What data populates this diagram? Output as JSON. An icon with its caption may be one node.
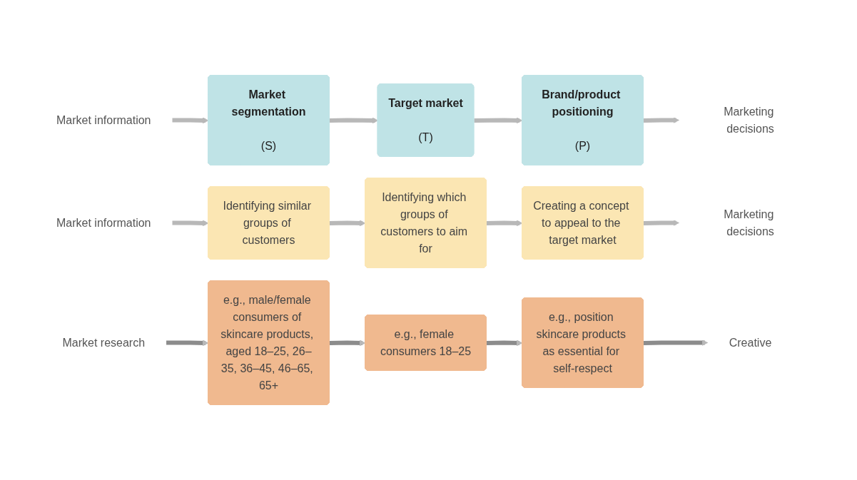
{
  "diagram": {
    "nodes": [
      {
        "text": [
          "Market information"
        ]
      },
      {
        "text": [
          "Market segmentation",
          "(S)"
        ]
      },
      {
        "text": [
          "Target market",
          "(T)"
        ]
      },
      {
        "text": [
          "Brand/product positioning",
          "(P)"
        ]
      },
      {
        "text": [
          "Marketing decisions"
        ]
      },
      {
        "text": [
          "Market information"
        ]
      },
      {
        "text": [
          "Identifying similar groups of customers"
        ]
      },
      {
        "text": [
          "Identifying which groups of customers to aim for"
        ]
      },
      {
        "text": [
          "Creating a concept to appeal to the target market"
        ]
      },
      {
        "text": [
          "Marketing decisions"
        ]
      },
      {
        "text": [
          "Market research"
        ]
      },
      {
        "text": [
          "e.g., male/female consumers of skincare products, aged 18–25, 26–35, 36–45, 46–65, 65+"
        ]
      },
      {
        "text": [
          "e.g., female consumers 18–25"
        ]
      },
      {
        "text": [
          "e.g., position skincare products as essential for self-respect"
        ]
      },
      {
        "text": [
          "Creative"
        ]
      }
    ],
    "edges": [
      {
        "from": 0,
        "to": 1,
        "arrow": "to"
      },
      {
        "from": 1,
        "to": 2,
        "arrow": "to"
      },
      {
        "from": 2,
        "to": 3,
        "arrow": "to"
      },
      {
        "from": 3,
        "to": 4,
        "arrow": "to"
      },
      {
        "from": 5,
        "to": 6,
        "arrow": "to"
      },
      {
        "from": 6,
        "to": 7,
        "arrow": "to"
      },
      {
        "from": 7,
        "to": 8,
        "arrow": "to"
      },
      {
        "from": 8,
        "to": 9,
        "arrow": "to"
      },
      {
        "from": 10,
        "to": 11,
        "arrow": "to",
        "color": "#8c8c8c"
      },
      {
        "from": 11,
        "to": 12,
        "arrow": "to",
        "color": "#8c8c8c"
      },
      {
        "from": 12,
        "to": 13,
        "arrow": "to",
        "color": "#8c8c8c"
      },
      {
        "from": 13,
        "to": 14,
        "arrow": "to",
        "color": "#8c8c8c"
      }
    ]
  }
}
